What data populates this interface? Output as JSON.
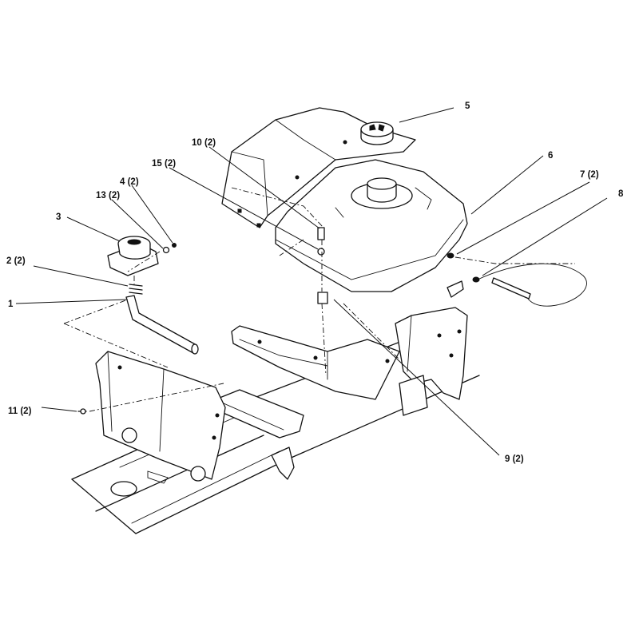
{
  "callouts": [
    {
      "id": "c5",
      "label": "5"
    },
    {
      "id": "c6",
      "label": "6"
    },
    {
      "id": "c7",
      "label": "7 (2)"
    },
    {
      "id": "c8",
      "label": "8"
    },
    {
      "id": "c10",
      "label": "10 (2)"
    },
    {
      "id": "c15",
      "label": "15 (2)"
    },
    {
      "id": "c4",
      "label": "4 (2)"
    },
    {
      "id": "c13",
      "label": "13 (2)"
    },
    {
      "id": "c3",
      "label": "3"
    },
    {
      "id": "c2",
      "label": "2 (2)"
    },
    {
      "id": "c1",
      "label": "1"
    },
    {
      "id": "c11",
      "label": "11 (2)"
    },
    {
      "id": "c9",
      "label": "9 (2)"
    }
  ]
}
